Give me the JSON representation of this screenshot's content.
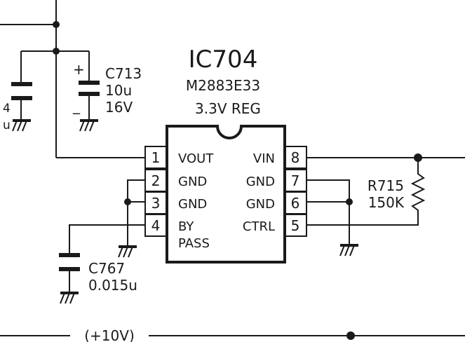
{
  "ic": {
    "ref": "IC704",
    "part": "M2883E33",
    "function": "3.3V REG",
    "pins": [
      {
        "num": "1",
        "name": "VOUT"
      },
      {
        "num": "2",
        "name": "GND"
      },
      {
        "num": "3",
        "name": "GND"
      },
      {
        "num": "4",
        "name": "BY",
        "name2": "PASS"
      },
      {
        "num": "8",
        "name": "VIN"
      },
      {
        "num": "7",
        "name": "GND"
      },
      {
        "num": "6",
        "name": "GND"
      },
      {
        "num": "5",
        "name": "CTRL"
      }
    ]
  },
  "components": {
    "c713": {
      "ref": "C713",
      "value": "10u",
      "voltage": "16V",
      "plus": "+",
      "minus": "_"
    },
    "c767": {
      "ref": "C767",
      "value": "0.015u"
    },
    "r715": {
      "ref": "R715",
      "value": "150K"
    },
    "partial_cap": {
      "value_fragment": "4",
      "unit_fragment": "u"
    }
  },
  "rails": {
    "bottom": "(+10V)"
  }
}
